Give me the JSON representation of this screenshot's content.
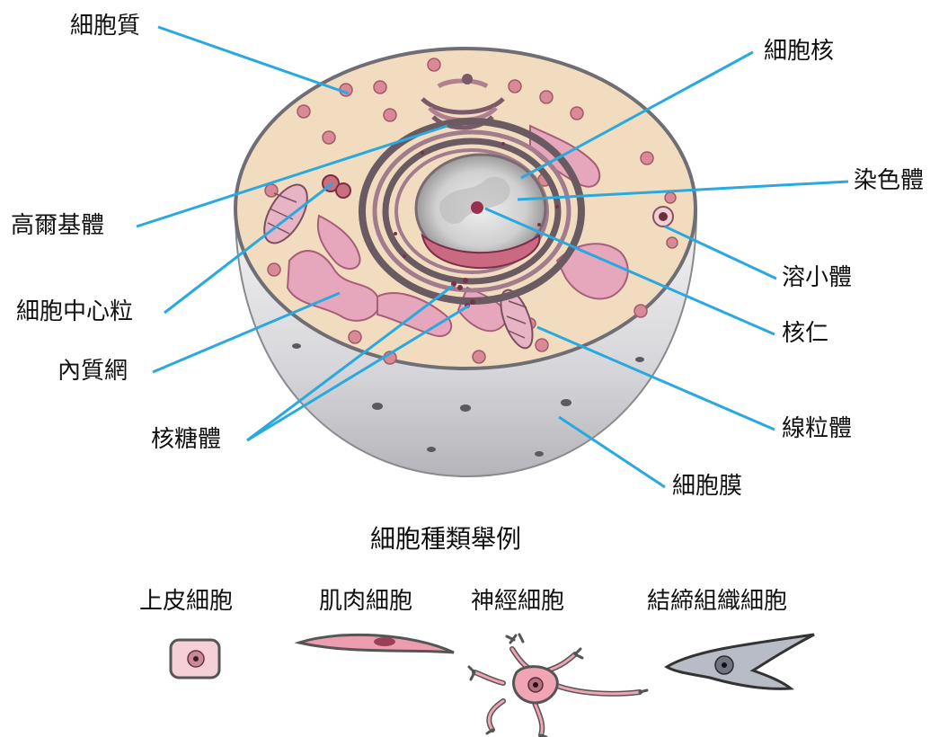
{
  "diagram": {
    "labels": {
      "cytoplasm": "細胞質",
      "golgi": "高爾基體",
      "centriole": "細胞中心粒",
      "er": "內質網",
      "ribosome": "核糖體",
      "nucleus": "細胞核",
      "chromosome": "染色體",
      "lysosome": "溶小體",
      "nucleolus": "核仁",
      "mitochondria": "線粒體",
      "membrane": "細胞膜"
    },
    "leader_color": "#29a9df"
  },
  "cell_types": {
    "title": "細胞種類舉例",
    "items": [
      "上皮細胞",
      "肌肉細胞",
      "神經細胞",
      "結締組織細胞"
    ]
  },
  "colors": {
    "cytoplasm": "#f2dcc0",
    "membrane": "#dcdce0",
    "er": "#e6a7bd",
    "organelle": "#c9707f",
    "nucleus_core": "#d9d9d9"
  }
}
